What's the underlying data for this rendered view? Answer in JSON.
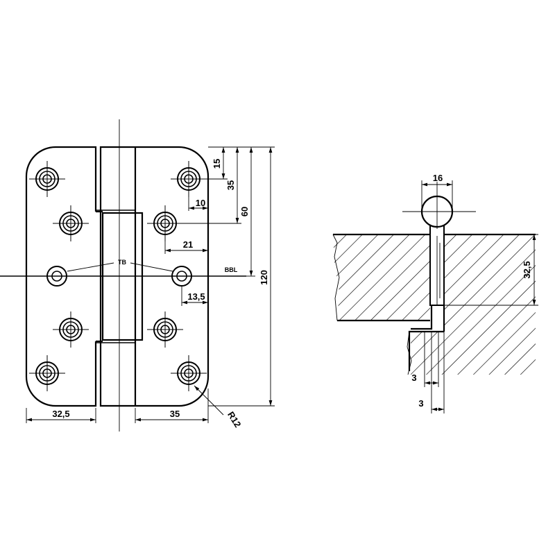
{
  "front_view": {
    "label_tb": "TB",
    "label_bbl": "BBL",
    "dim_15": "15",
    "dim_35_top": "35",
    "dim_10": "10",
    "dim_60": "60",
    "dim_21": "21",
    "dim_120": "120",
    "dim_13_5": "13,5",
    "dim_32_5": "32,5",
    "dim_35_bottom": "35",
    "dim_r12": "R12"
  },
  "section_view": {
    "dim_16": "16",
    "dim_32_5": "32,5",
    "dim_3_upper": "3",
    "dim_3_lower": "3"
  }
}
